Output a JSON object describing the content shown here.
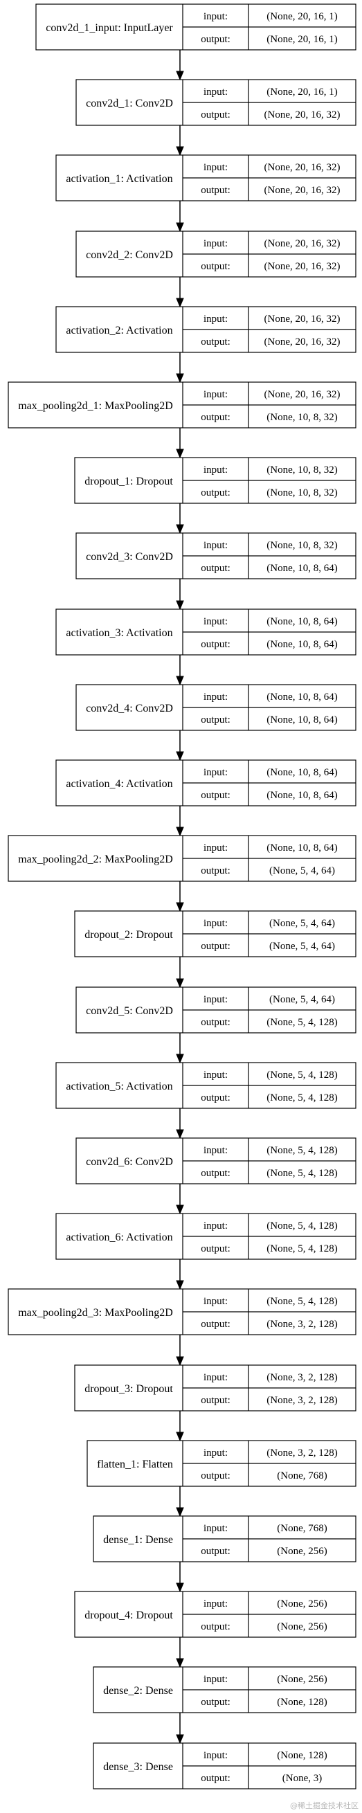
{
  "diagram": {
    "io_labels": {
      "input": "input:",
      "output": "output:"
    },
    "layers": [
      {
        "name": "conv2d_1_input: InputLayer",
        "input": "(None, 20, 16, 1)",
        "output": "(None, 20, 16, 1)"
      },
      {
        "name": "conv2d_1: Conv2D",
        "input": "(None, 20, 16, 1)",
        "output": "(None, 20, 16, 32)"
      },
      {
        "name": "activation_1: Activation",
        "input": "(None, 20, 16, 32)",
        "output": "(None, 20, 16, 32)"
      },
      {
        "name": "conv2d_2: Conv2D",
        "input": "(None, 20, 16, 32)",
        "output": "(None, 20, 16, 32)"
      },
      {
        "name": "activation_2: Activation",
        "input": "(None, 20, 16, 32)",
        "output": "(None, 20, 16, 32)"
      },
      {
        "name": "max_pooling2d_1: MaxPooling2D",
        "input": "(None, 20, 16, 32)",
        "output": "(None, 10, 8, 32)"
      },
      {
        "name": "dropout_1: Dropout",
        "input": "(None, 10, 8, 32)",
        "output": "(None, 10, 8, 32)"
      },
      {
        "name": "conv2d_3: Conv2D",
        "input": "(None, 10, 8, 32)",
        "output": "(None, 10, 8, 64)"
      },
      {
        "name": "activation_3: Activation",
        "input": "(None, 10, 8, 64)",
        "output": "(None, 10, 8, 64)"
      },
      {
        "name": "conv2d_4: Conv2D",
        "input": "(None, 10, 8, 64)",
        "output": "(None, 10, 8, 64)"
      },
      {
        "name": "activation_4: Activation",
        "input": "(None, 10, 8, 64)",
        "output": "(None, 10, 8, 64)"
      },
      {
        "name": "max_pooling2d_2: MaxPooling2D",
        "input": "(None, 10, 8, 64)",
        "output": "(None, 5, 4, 64)"
      },
      {
        "name": "dropout_2: Dropout",
        "input": "(None, 5, 4, 64)",
        "output": "(None, 5, 4, 64)"
      },
      {
        "name": "conv2d_5: Conv2D",
        "input": "(None, 5, 4, 64)",
        "output": "(None, 5, 4, 128)"
      },
      {
        "name": "activation_5: Activation",
        "input": "(None, 5, 4, 128)",
        "output": "(None, 5, 4, 128)"
      },
      {
        "name": "conv2d_6: Conv2D",
        "input": "(None, 5, 4, 128)",
        "output": "(None, 5, 4, 128)"
      },
      {
        "name": "activation_6: Activation",
        "input": "(None, 5, 4, 128)",
        "output": "(None, 5, 4, 128)"
      },
      {
        "name": "max_pooling2d_3: MaxPooling2D",
        "input": "(None, 5, 4, 128)",
        "output": "(None, 3, 2, 128)"
      },
      {
        "name": "dropout_3: Dropout",
        "input": "(None, 3, 2, 128)",
        "output": "(None, 3, 2, 128)"
      },
      {
        "name": "flatten_1: Flatten",
        "input": "(None, 3, 2, 128)",
        "output": "(None, 768)"
      },
      {
        "name": "dense_1: Dense",
        "input": "(None, 768)",
        "output": "(None, 256)"
      },
      {
        "name": "dropout_4: Dropout",
        "input": "(None, 256)",
        "output": "(None, 256)"
      },
      {
        "name": "dense_2: Dense",
        "input": "(None, 256)",
        "output": "(None, 128)"
      },
      {
        "name": "dense_3: Dense",
        "input": "(None, 128)",
        "output": "(None, 3)"
      }
    ],
    "watermark": "@稀土掘金技术社区"
  }
}
